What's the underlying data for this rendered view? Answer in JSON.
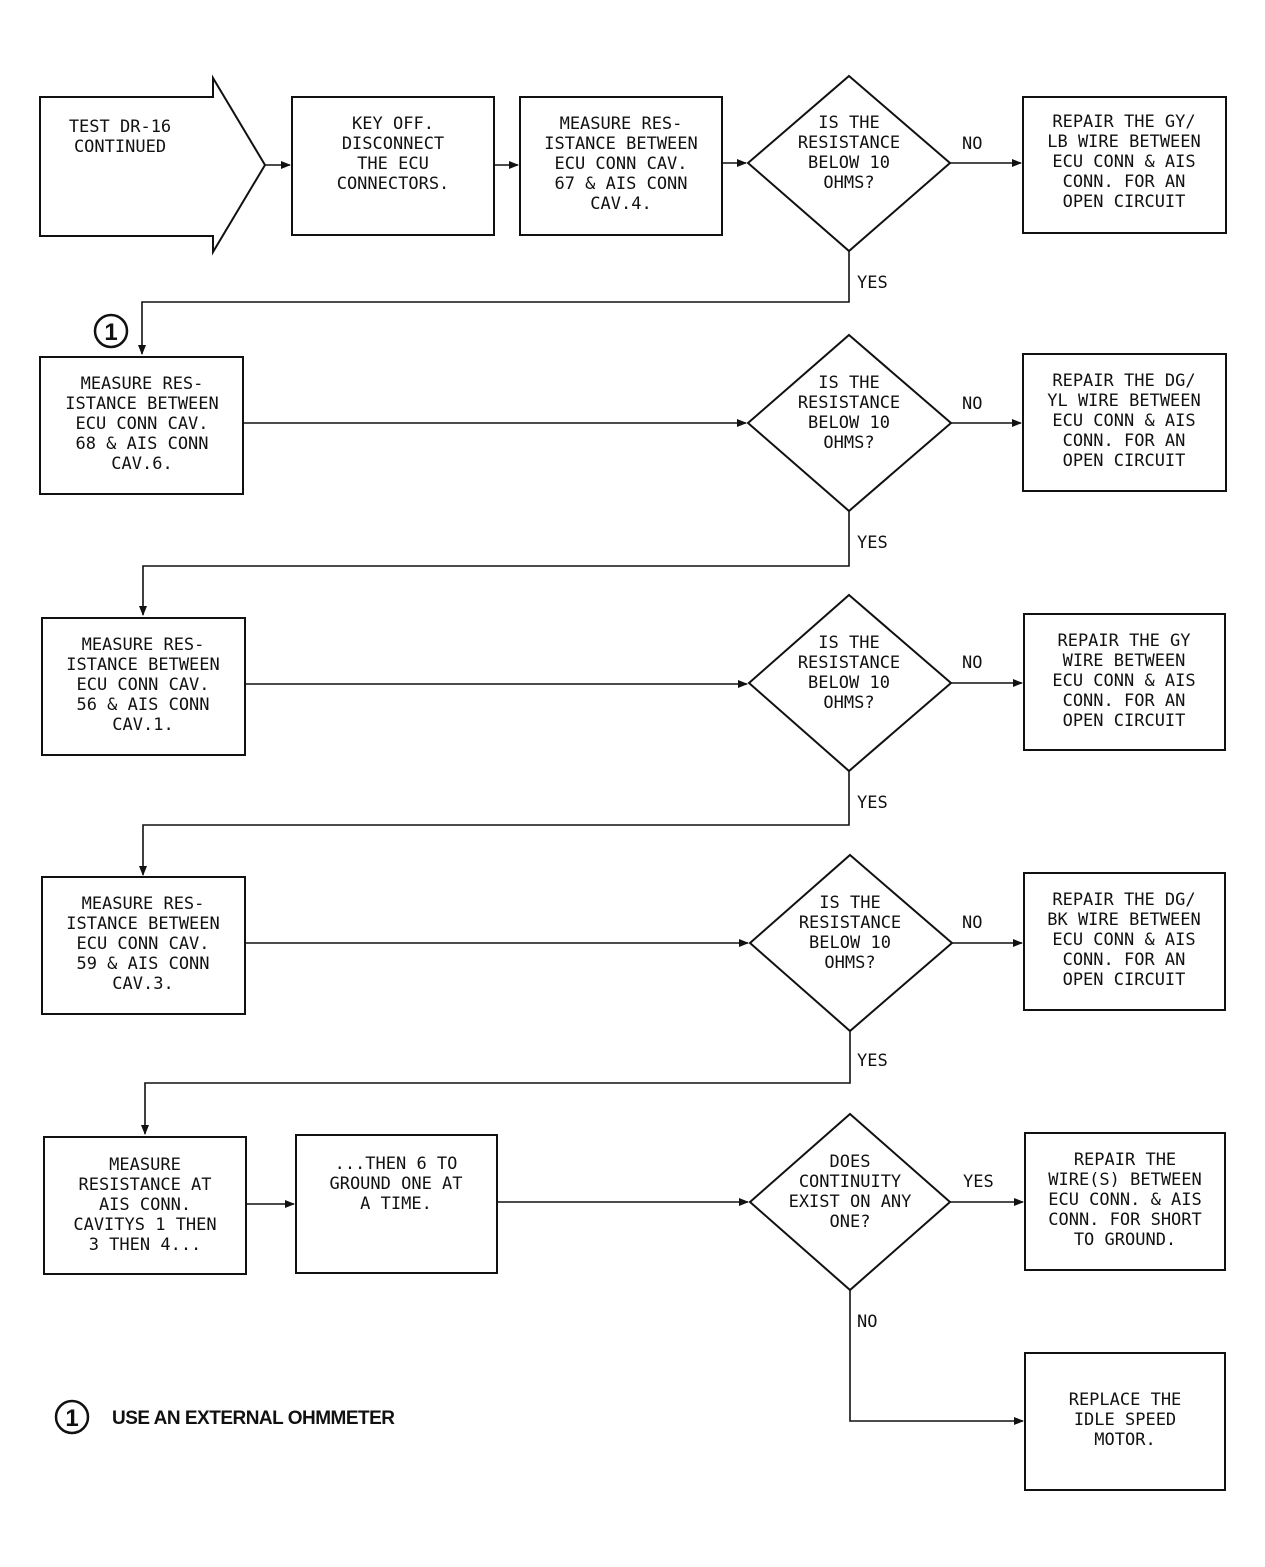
{
  "nodes": {
    "start": [
      "TEST DR-16",
      "CONTINUED"
    ],
    "key_off": [
      "KEY OFF.",
      "DISCONNECT",
      "THE ECU",
      "CONNECTORS."
    ],
    "measure_67": [
      "MEASURE RES-",
      "ISTANCE BETWEEN",
      "ECU CONN CAV.",
      "67 & AIS CONN",
      "CAV.4."
    ],
    "decision_1": [
      "IS THE",
      "RESISTANCE",
      "BELOW 10",
      "OHMS?"
    ],
    "repair_1": [
      "REPAIR THE GY/",
      "LB WIRE BETWEEN",
      "ECU CONN & AIS",
      "CONN. FOR AN",
      "OPEN CIRCUIT"
    ],
    "measure_68": [
      "MEASURE RES-",
      "ISTANCE BETWEEN",
      "ECU CONN CAV.",
      "68 & AIS CONN",
      "CAV.6."
    ],
    "decision_2": [
      "IS THE",
      "RESISTANCE",
      "BELOW 10",
      "OHMS?"
    ],
    "repair_2": [
      "REPAIR THE DG/",
      "YL WIRE BETWEEN",
      "ECU CONN & AIS",
      "CONN. FOR AN",
      "OPEN CIRCUIT"
    ],
    "measure_56": [
      "MEASURE RES-",
      "ISTANCE BETWEEN",
      "ECU CONN CAV.",
      "56 & AIS CONN",
      "CAV.1."
    ],
    "decision_3": [
      "IS THE",
      "RESISTANCE",
      "BELOW 10",
      "OHMS?"
    ],
    "repair_3": [
      "REPAIR THE GY",
      "WIRE BETWEEN",
      "ECU CONN & AIS",
      "CONN. FOR AN",
      "OPEN CIRCUIT"
    ],
    "measure_59": [
      "MEASURE RES-",
      "ISTANCE BETWEEN",
      "ECU CONN CAV.",
      "59 & AIS CONN",
      "CAV.3."
    ],
    "decision_4": [
      "IS THE",
      "RESISTANCE",
      "BELOW 10",
      "OHMS?"
    ],
    "repair_4": [
      "REPAIR THE DG/",
      "BK WIRE BETWEEN",
      "ECU CONN & AIS",
      "CONN. FOR AN",
      "OPEN CIRCUIT"
    ],
    "measure_ais": [
      "MEASURE",
      "RESISTANCE AT",
      "AIS CONN.",
      "CAVITYS 1 THEN",
      "3 THEN 4..."
    ],
    "then_6": [
      "...THEN 6 TO",
      "GROUND ONE AT",
      "A TIME."
    ],
    "decision_5": [
      "DOES",
      "CONTINUITY",
      "EXIST ON ANY",
      "ONE?"
    ],
    "repair_5": [
      "REPAIR THE",
      "WIRE(S) BETWEEN",
      "ECU CONN. & AIS",
      "CONN. FOR SHORT",
      "TO GROUND."
    ],
    "replace": [
      "REPLACE THE",
      "IDLE SPEED",
      "MOTOR."
    ]
  },
  "edge_labels": {
    "no": "NO",
    "yes": "YES"
  },
  "note_marker": "1",
  "footnote": "USE AN EXTERNAL OHMMETER"
}
